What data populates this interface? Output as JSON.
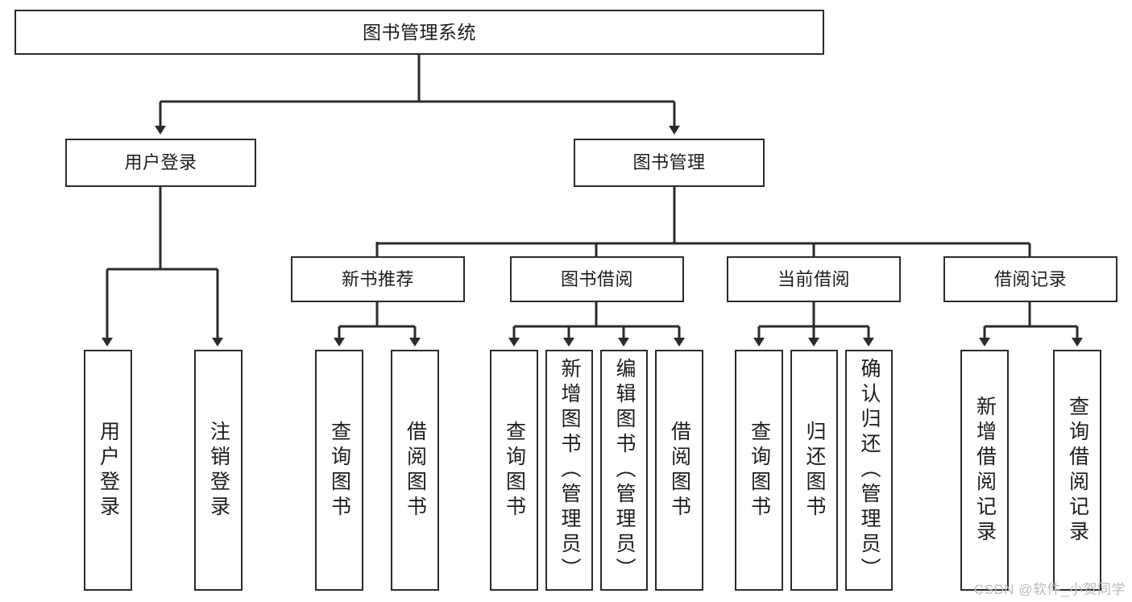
{
  "diagram": {
    "title": "图书管理系统",
    "type": "hierarchy-tree",
    "watermark": "CSDN @软件_小贺同学",
    "line_color": "#2b2b2b",
    "box_fill": "#ffffff",
    "text_color": "#1d1d1d",
    "watermark_color": "#b9b9b9"
  },
  "nodes": {
    "root": {
      "label": "图书管理系统"
    },
    "level1": [
      {
        "id": "user-login",
        "label": "用户登录"
      },
      {
        "id": "book-manage",
        "label": "图书管理"
      }
    ],
    "level2": [
      {
        "id": "new-book-rec",
        "label": "新书推荐"
      },
      {
        "id": "book-borrow",
        "label": "图书借阅"
      },
      {
        "id": "current-borrow",
        "label": "当前借阅"
      },
      {
        "id": "borrow-record",
        "label": "借阅记录"
      }
    ],
    "leaves": {
      "user_login": [
        {
          "id": "leaf-user-login",
          "label": "用户登录"
        },
        {
          "id": "leaf-logout",
          "label": "注销登录"
        }
      ],
      "new_book_rec": [
        {
          "id": "leaf-query-book-1",
          "label": "查询图书"
        },
        {
          "id": "leaf-borrow-book-1",
          "label": "借阅图书"
        }
      ],
      "book_borrow": [
        {
          "id": "leaf-query-book-2",
          "label": "查询图书"
        },
        {
          "id": "leaf-add-book",
          "label": "新增图书（管理员）"
        },
        {
          "id": "leaf-edit-book",
          "label": "编辑图书（管理员）"
        },
        {
          "id": "leaf-borrow-book-2",
          "label": "借阅图书"
        }
      ],
      "current_borrow": [
        {
          "id": "leaf-query-book-3",
          "label": "查询图书"
        },
        {
          "id": "leaf-return-book",
          "label": "归还图书"
        },
        {
          "id": "leaf-confirm-return",
          "label": "确认归还（管理员）"
        }
      ],
      "borrow_record": [
        {
          "id": "leaf-add-record",
          "label": "新增借阅记录"
        },
        {
          "id": "leaf-query-record",
          "label": "查询借阅记录"
        }
      ]
    }
  }
}
